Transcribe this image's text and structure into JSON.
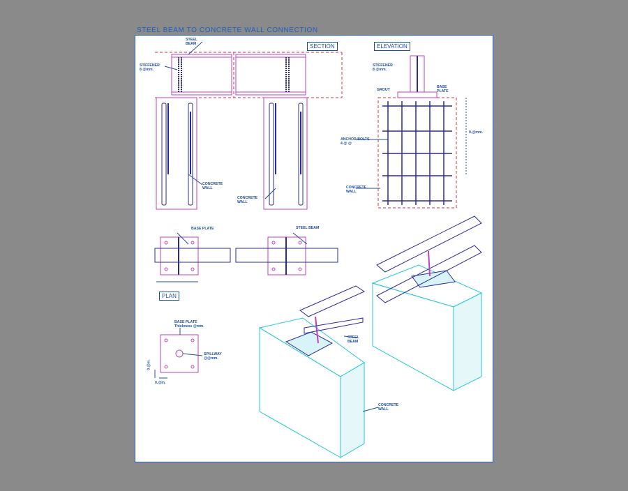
{
  "title": "STEEL BEAM TO CONCRETE WALL CONNECTION",
  "tags": {
    "section": "SECTION",
    "elevation": "ELEVATION",
    "plan": "PLAN"
  },
  "labels": {
    "steel_beam_top": "STEEL\nBEAM",
    "stiffener_left": "STIFFENER\n8 @mm.",
    "concrete_wall_1": "CONCRETE\nWALL",
    "concrete_wall_2": "CONCRETE\nWALL",
    "stiffener_elev": "STIFFENER\n8 @mm.",
    "grout": "GROUT",
    "base_plate_elev": "BASE\nPLATE",
    "anchor_bolts": "ANCHOR BOLTS\n4 @ @",
    "dim_elev": "0.@mm.",
    "concrete_wall_elev": "CONCRETE\nWALL",
    "base_plate_plan": "BASE PLATE",
    "steel_beam_plan": "STEEL BEAM",
    "base_plate_detail": "BASE PLATE\nThickness @mm.",
    "spillway": "SPILLWAY\n@@mm.",
    "dim_h": "0.@m.",
    "dim_v": "0.@m.",
    "steel_beam_iso": "STEEL\nBEAM",
    "concrete_wall_iso": "CONCRETE\nWALL"
  },
  "colors": {
    "background": "#8a8a8a",
    "sheet_border": "#1f5fbf",
    "steel": "#c040c0",
    "rebar": "#2a2aa0",
    "grid_red": "#d03030",
    "cyan": "#25c8d8",
    "leader": "#1f4f9f"
  }
}
